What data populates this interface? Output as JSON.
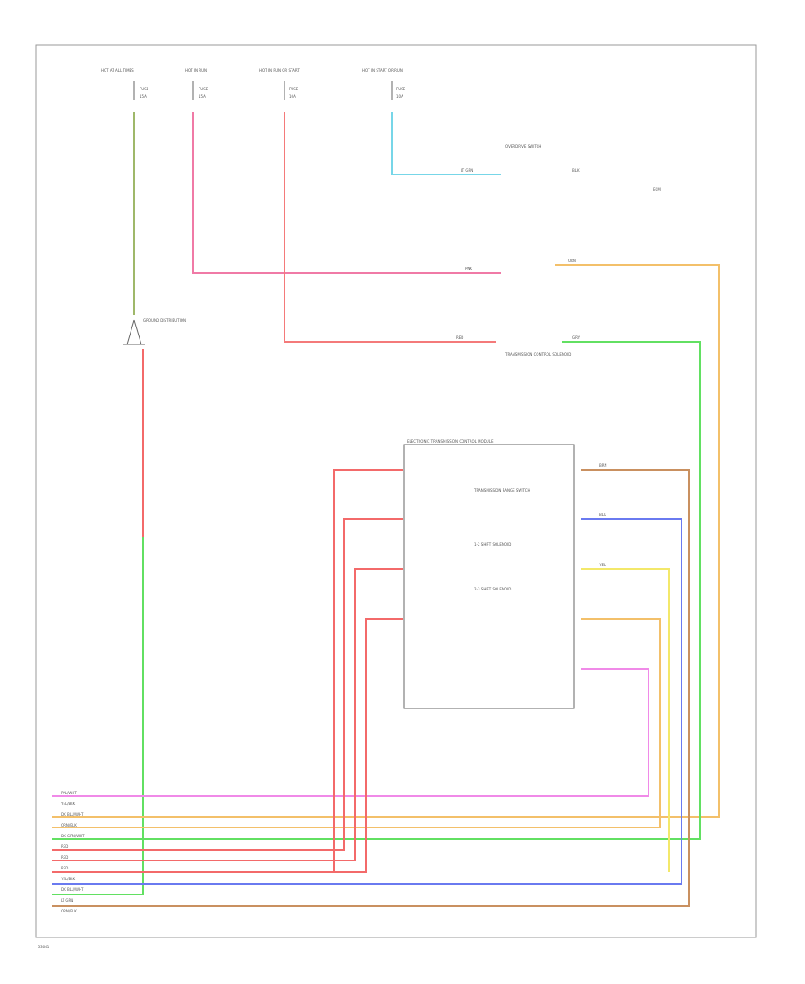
{
  "fuse_labels": [
    "HOT AT ALL TIMES",
    "HOT IN RUN",
    "HOT IN RUN OR START",
    "HOT IN START OR RUN"
  ],
  "fuse_ids": [
    "FUSE",
    "FUSE",
    "FUSE",
    "FUSE"
  ],
  "fuse_amps": [
    "15A",
    "15A",
    "10A",
    "10A"
  ],
  "components": {
    "ground": "GROUND DISTRIBUTION",
    "trans_module_box": "ELECTRONIC TRANSMISSION CONTROL MODULE",
    "overdrive_switch": "OVERDRIVE SWITCH",
    "tcc_solenoid": "TRANSMISSION CONTROL SOLENOID",
    "range_switch": "TRANSMISSION RANGE SWITCH",
    "pressure_switch": "2-3 SHIFT SOLENOID",
    "shift_solenoid": "1-2 SHIFT SOLENOID",
    "ecm": "ECM"
  },
  "wire_colors": {
    "ltgrn": "LT GRN",
    "pnk": "PNK",
    "red": "RED",
    "orn": "ORN",
    "blk": "BLK",
    "yel": "YEL",
    "brn": "BRN",
    "blu": "BLU",
    "gry": "GRY"
  },
  "connector_labels": [
    "PPL/WHT",
    "YEL/BLK",
    "DK BLU/WHT",
    "ORN/BLK",
    "DK GRN/WHT",
    "RED",
    "RED",
    "RED",
    "YEL/BLK",
    "DK BLU/WHT",
    "LT GRN",
    "ORN/BLK"
  ],
  "footer_code": "G3041"
}
